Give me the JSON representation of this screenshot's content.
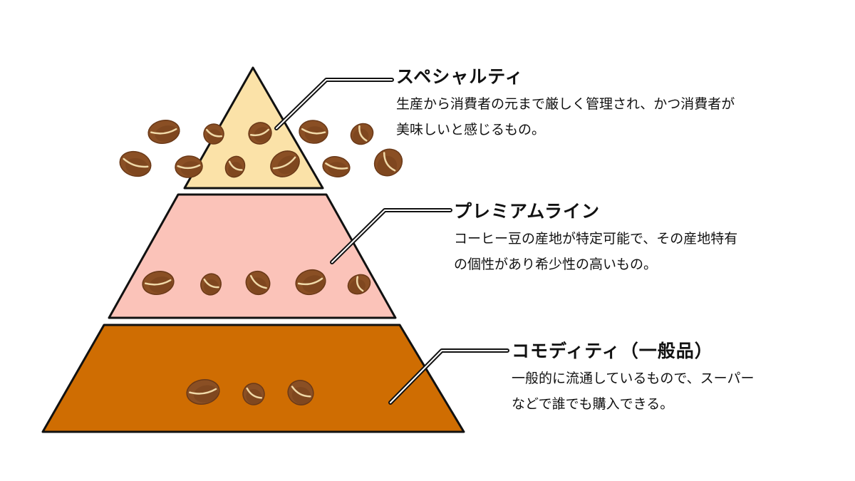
{
  "colors": {
    "tier_top": "#fbe2a8",
    "tier_middle": "#fbc3b9",
    "tier_bottom": "#cf6d02",
    "bean": "#8a4f24",
    "bean_shade": "#6a3918",
    "bean_crease": "#f0d9a8",
    "outline": "#111111"
  },
  "tiers": [
    {
      "id": "specialty",
      "title": "スペシャルティ",
      "lines": [
        "生産から消費者の元まで厳しく管理され、かつ消費者が",
        "美味しいと感じるもの。"
      ],
      "bean_count": 12
    },
    {
      "id": "premium",
      "title": "プレミアムライン",
      "lines": [
        "コーヒー豆の産地が特定可能で、その産地特有",
        "の個性があり希少性の高いもの。"
      ],
      "bean_count": 5
    },
    {
      "id": "commodity",
      "title": "コモディティ（一般品）",
      "lines": [
        "一般的に流通しているもので、スーパー",
        "などで誰でも購入できる。"
      ],
      "bean_count": 3
    }
  ]
}
